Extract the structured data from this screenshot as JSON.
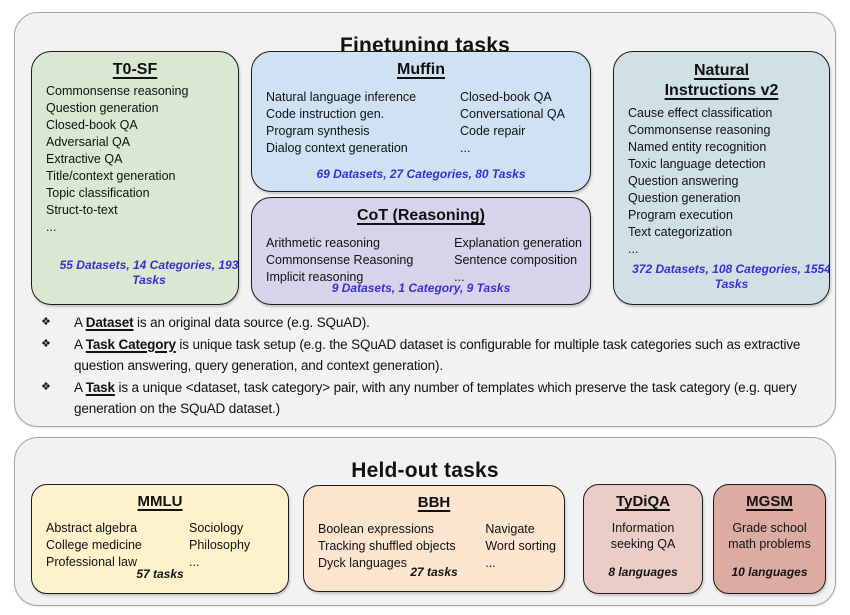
{
  "finetuning": {
    "title": "Finetuning tasks",
    "t0sf": {
      "title": "T0-SF",
      "items": [
        "Commonsense reasoning",
        "Question generation",
        "Closed-book QA",
        "Adversarial QA",
        "Extractive QA",
        "Title/context generation",
        "Topic classification",
        "Struct-to-text",
        "..."
      ],
      "stats": "55 Datasets, 14 Categories, 193 Tasks"
    },
    "muffin": {
      "title": "Muffin",
      "col1": [
        "Natural language inference",
        "Code instruction gen.",
        "Program synthesis",
        "Dialog context generation"
      ],
      "col2": [
        "Closed-book QA",
        "Conversational QA",
        "Code repair",
        "..."
      ],
      "stats": "69 Datasets, 27 Categories, 80 Tasks"
    },
    "cot": {
      "title": "CoT (Reasoning)",
      "col1": [
        "Arithmetic reasoning",
        "Commonsense Reasoning",
        "Implicit reasoning"
      ],
      "col2": [
        "Explanation generation",
        "Sentence composition",
        "..."
      ],
      "stats": "9 Datasets, 1 Category, 9 Tasks"
    },
    "niv2": {
      "title": "Natural Instructions v2",
      "items": [
        "Cause effect classification",
        "Commonsense reasoning",
        "Named entity recognition",
        "Toxic language detection",
        "Question answering",
        "Question generation",
        "Program execution",
        "Text categorization",
        "..."
      ],
      "stats": "372 Datasets, 108 Categories, 1554 Tasks"
    },
    "bullet_glyph": "❖",
    "notes": [
      {
        "prefix": "A ",
        "term": "Dataset",
        "text": " is an original data source (e.g. SQuAD)."
      },
      {
        "prefix": "A ",
        "term": "Task Category",
        "text": " is unique task setup (e.g. the SQuAD dataset is configurable for multiple task categories such as extractive question answering, query generation, and context generation)."
      },
      {
        "prefix": "A ",
        "term": "Task",
        "text": " is a unique <dataset, task category> pair, with any number of templates which preserve the task category (e.g. query generation on the SQuAD dataset.)"
      }
    ]
  },
  "heldout": {
    "title": "Held-out tasks",
    "mmlu": {
      "title": "MMLU",
      "col1": [
        "Abstract algebra",
        "College medicine",
        "Professional law"
      ],
      "col2": [
        "Sociology",
        "Philosophy",
        "..."
      ],
      "stats": "57 tasks"
    },
    "bbh": {
      "title": "BBH",
      "col1": [
        "Boolean expressions",
        "Tracking shuffled objects",
        "Dyck languages"
      ],
      "col2": [
        "Navigate",
        "Word sorting",
        "..."
      ],
      "stats": "27 tasks"
    },
    "tydiqa": {
      "title": "TyDiQA",
      "text": "Information seeking QA",
      "stats": "8 languages"
    },
    "mgsm": {
      "title": "MGSM",
      "text": "Grade school math problems",
      "stats": "10 languages"
    }
  },
  "colors": {
    "panel_fill": "#f2f2f3",
    "t0sf_fill": "#d9e8d1",
    "muffin_fill": "#cfe2f3",
    "cot_fill": "#d8d2ea",
    "niv2_fill": "#d1e0e4",
    "mmlu_fill": "#fdf2cc",
    "bbh_fill": "#fbe5ce",
    "tydiqa_fill": "#ecccc7",
    "mgsm_fill": "#dcaba1",
    "stats_blue": "#3a2ed0"
  }
}
